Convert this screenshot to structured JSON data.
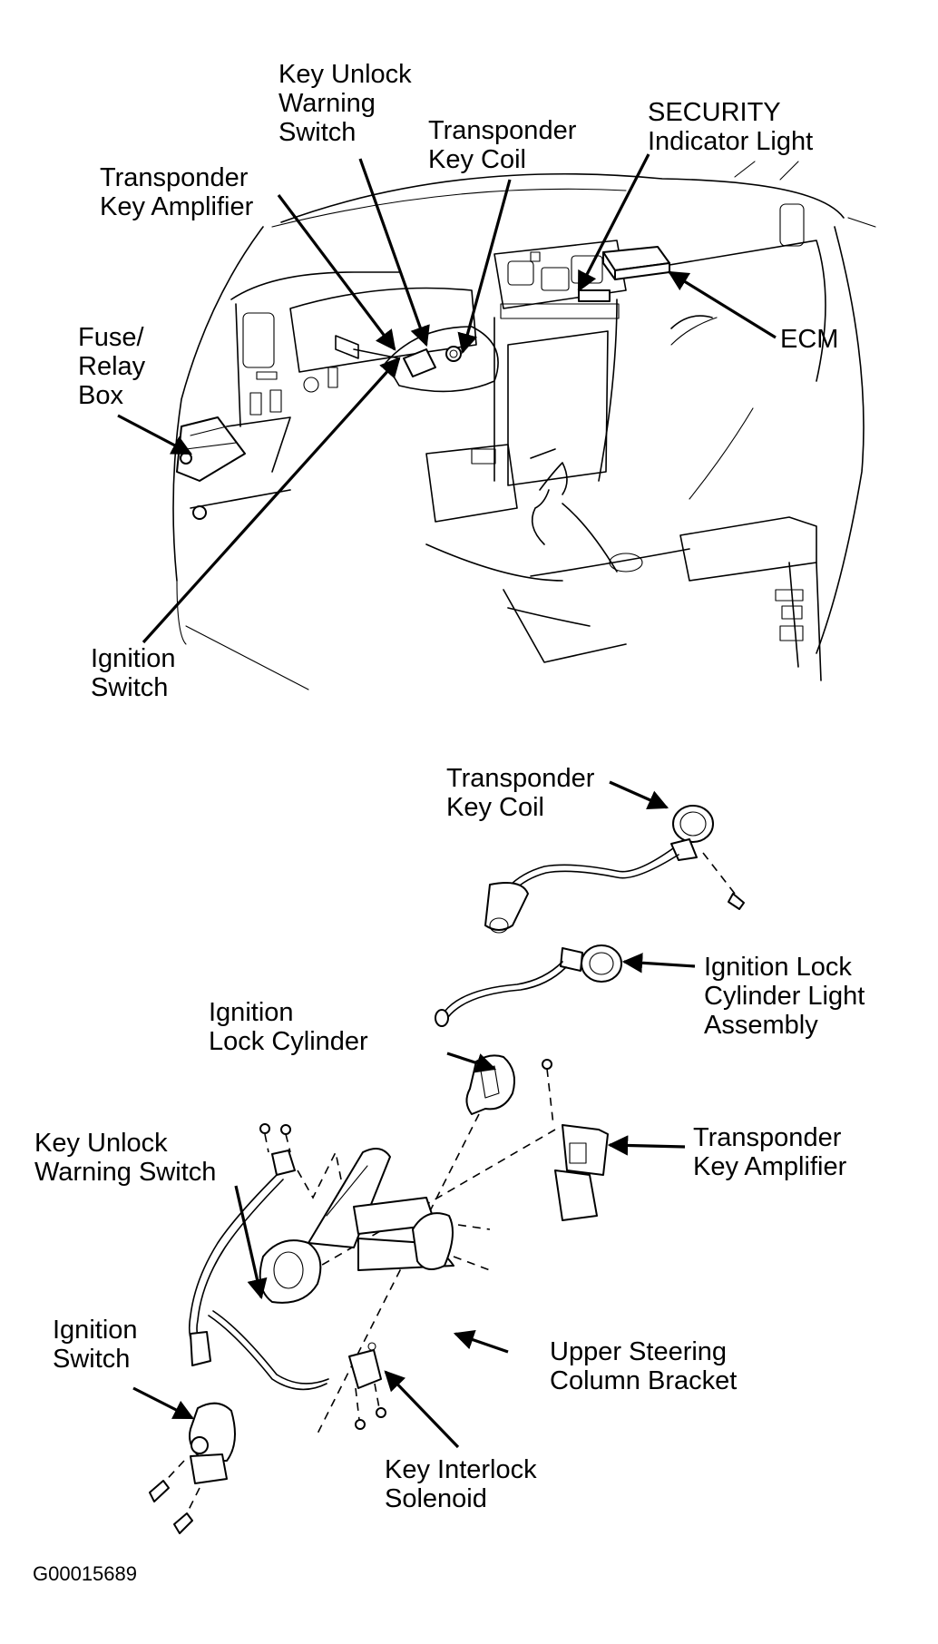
{
  "figure_id": "G00015689",
  "colors": {
    "ink": "#000000",
    "background": "#ffffff"
  },
  "top_view": {
    "title": "Dashboard location view",
    "labels": {
      "key_unlock_warning_switch": [
        "Key Unlock",
        "Warning",
        "Switch"
      ],
      "transponder_key_coil": [
        "Transponder",
        "Key Coil"
      ],
      "security_indicator_light": [
        "SECURITY",
        "Indicator Light"
      ],
      "transponder_key_amplifier": [
        "Transponder",
        "Key Amplifier"
      ],
      "fuse_relay_box": [
        "Fuse/",
        "Relay",
        "Box"
      ],
      "ecm": [
        "ECM"
      ],
      "ignition_switch": [
        "Ignition",
        "Switch"
      ]
    }
  },
  "exploded_view": {
    "title": "Steering column exploded view",
    "labels": {
      "transponder_key_coil": [
        "Transponder",
        "Key Coil"
      ],
      "ignition_lock_cylinder_light_assembly": [
        "Ignition Lock",
        "Cylinder Light",
        "Assembly"
      ],
      "ignition_lock_cylinder": [
        "Ignition",
        "Lock Cylinder"
      ],
      "key_unlock_warning_switch": [
        "Key Unlock",
        "Warning Switch"
      ],
      "transponder_key_amplifier": [
        "Transponder",
        "Key Amplifier"
      ],
      "ignition_switch": [
        "Ignition",
        "Switch"
      ],
      "upper_steering_column_bracket": [
        "Upper Steering",
        "Column Bracket"
      ],
      "key_interlock_solenoid": [
        "Key Interlock",
        "Solenoid"
      ]
    }
  }
}
